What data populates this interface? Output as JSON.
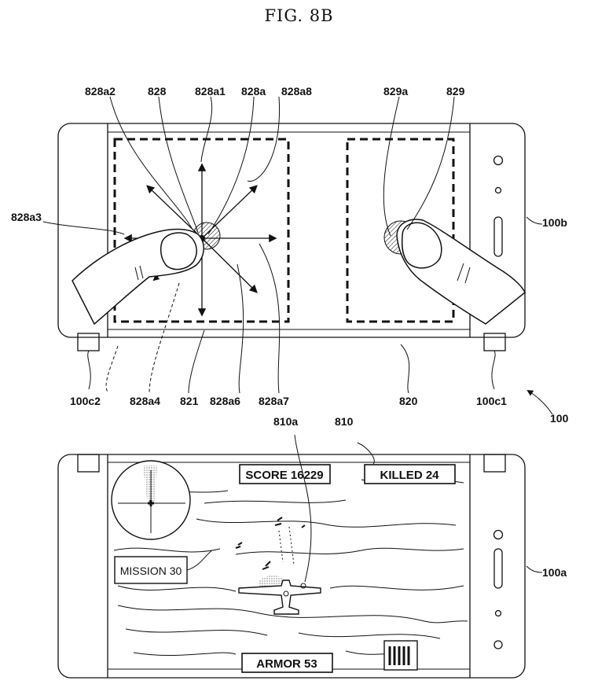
{
  "figure": {
    "title": "FIG. 8B"
  },
  "labels": {
    "l828a2": "828a2",
    "l828": "828",
    "l828a1": "828a1",
    "l828a": "828a",
    "l828a8": "828a8",
    "l829a": "829a",
    "l829": "829",
    "l828a3": "828a3",
    "l100b": "100b",
    "l100c2": "100c2",
    "l828a4": "828a4",
    "l821": "821",
    "l828a6": "828a6",
    "l828a7": "828a7",
    "l820": "820",
    "l100c1": "100c1",
    "l100": "100",
    "l810a": "810a",
    "l810": "810",
    "l100a": "100a"
  },
  "game": {
    "score": "SCORE 16229",
    "killed": "KILLED   24",
    "mission": "MISSION 30",
    "armor": "ARMOR   53"
  }
}
